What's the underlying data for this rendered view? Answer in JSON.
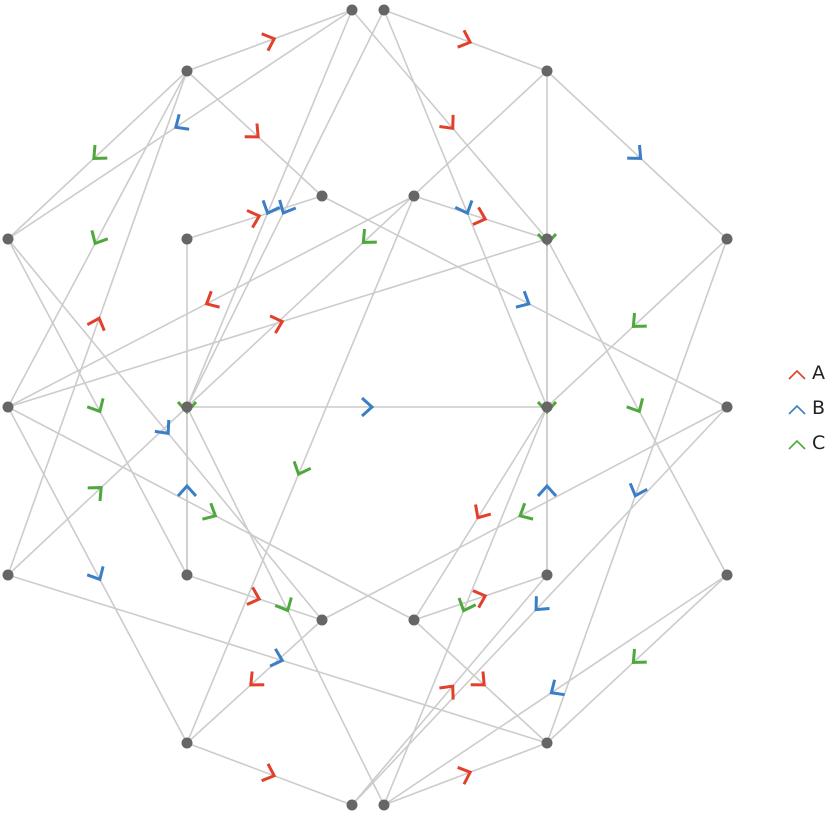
{
  "legend": [
    {
      "label": "A",
      "color": "#e2402c"
    },
    {
      "label": "B",
      "color": "#3a7fc5"
    },
    {
      "label": "C",
      "color": "#4fa83d"
    }
  ],
  "colors": {
    "edge": "#cccccc",
    "node": "#666666"
  },
  "nodes": [
    "n1",
    "n2",
    "n3",
    "n4",
    "n5",
    "n6",
    "n7",
    "n8",
    "n9",
    "n10",
    "n11",
    "n12",
    "n13",
    "n14",
    "n15",
    "n16",
    "n17",
    "n18",
    "n19",
    "n20",
    "n21",
    "n22",
    "n23",
    "n24",
    "n25",
    "n26",
    "n27",
    "n28",
    "n29",
    "n30",
    "n31",
    "n32"
  ],
  "edges": [
    {
      "from": "n1",
      "to": "n3",
      "type": "A"
    },
    {
      "from": "n2",
      "to": "n1",
      "type": "A"
    },
    {
      "from": "n3",
      "to": "n11",
      "type": "A"
    },
    {
      "from": "n13",
      "to": "n9",
      "type": "A"
    },
    {
      "from": "n5",
      "to": "n2",
      "type": "A"
    },
    {
      "from": "n2",
      "to": "n6",
      "type": "A"
    },
    {
      "from": "n12",
      "to": "n5",
      "type": "A"
    },
    {
      "from": "n17",
      "to": "n12",
      "type": "A"
    },
    {
      "from": "n19",
      "to": "n20",
      "type": "A"
    },
    {
      "from": "n22",
      "to": "n18",
      "type": "A"
    },
    {
      "from": "n27",
      "to": "n24",
      "type": "A"
    },
    {
      "from": "n28",
      "to": "n32",
      "type": "A"
    },
    {
      "from": "n21",
      "to": "n28",
      "type": "A"
    },
    {
      "from": "n29",
      "to": "n31",
      "type": "A"
    },
    {
      "from": "n31",
      "to": "n21",
      "type": "A"
    },
    {
      "from": "n30",
      "to": "n27",
      "type": "A"
    },
    {
      "from": "n32",
      "to": "n30",
      "type": "A"
    },
    {
      "from": "n4",
      "to": "n3",
      "type": "B"
    },
    {
      "from": "n8",
      "to": "n2",
      "type": "B"
    },
    {
      "from": "n14",
      "to": "n4",
      "type": "B"
    },
    {
      "from": "n15",
      "to": "n10",
      "type": "B"
    },
    {
      "from": "n16",
      "to": "n1",
      "type": "B"
    },
    {
      "from": "n16",
      "to": "n11",
      "type": "B"
    },
    {
      "from": "n17",
      "to": "n23",
      "type": "B"
    },
    {
      "from": "n18",
      "to": "n13",
      "type": "B"
    },
    {
      "from": "n20",
      "to": "n16",
      "type": "B"
    },
    {
      "from": "n4",
      "to": "n25",
      "type": "B"
    },
    {
      "from": "n9",
      "to": "n26",
      "type": "B"
    },
    {
      "from": "n25",
      "to": "n20",
      "type": "B"
    },
    {
      "from": "n26",
      "to": "n29",
      "type": "B"
    },
    {
      "from": "n10",
      "to": "n22",
      "type": "B"
    },
    {
      "from": "n21",
      "to": "n7",
      "type": "B"
    },
    {
      "from": "n6",
      "to": "n4",
      "type": "C"
    },
    {
      "from": "n7",
      "to": "n15",
      "type": "C"
    },
    {
      "from": "n8",
      "to": "n10",
      "type": "C"
    },
    {
      "from": "n9",
      "to": "n17",
      "type": "C"
    },
    {
      "from": "n10",
      "to": "n8",
      "type": "C"
    },
    {
      "from": "n13",
      "to": "n16",
      "type": "C"
    },
    {
      "from": "n11",
      "to": "n22",
      "type": "C"
    },
    {
      "from": "n14",
      "to": "n9",
      "type": "C"
    },
    {
      "from": "n16",
      "to": "n24",
      "type": "C"
    },
    {
      "from": "n19",
      "to": "n26",
      "type": "C"
    },
    {
      "from": "n24",
      "to": "n14",
      "type": "C"
    },
    {
      "from": "n17",
      "to": "n19",
      "type": "C"
    },
    {
      "from": "n7",
      "to": "n31",
      "type": "C"
    },
    {
      "from": "n22",
      "to": "n32",
      "type": "C"
    },
    {
      "from": "n28",
      "to": "n19",
      "type": "C"
    },
    {
      "from": "n25",
      "to": "n12",
      "type": "C"
    }
  ]
}
